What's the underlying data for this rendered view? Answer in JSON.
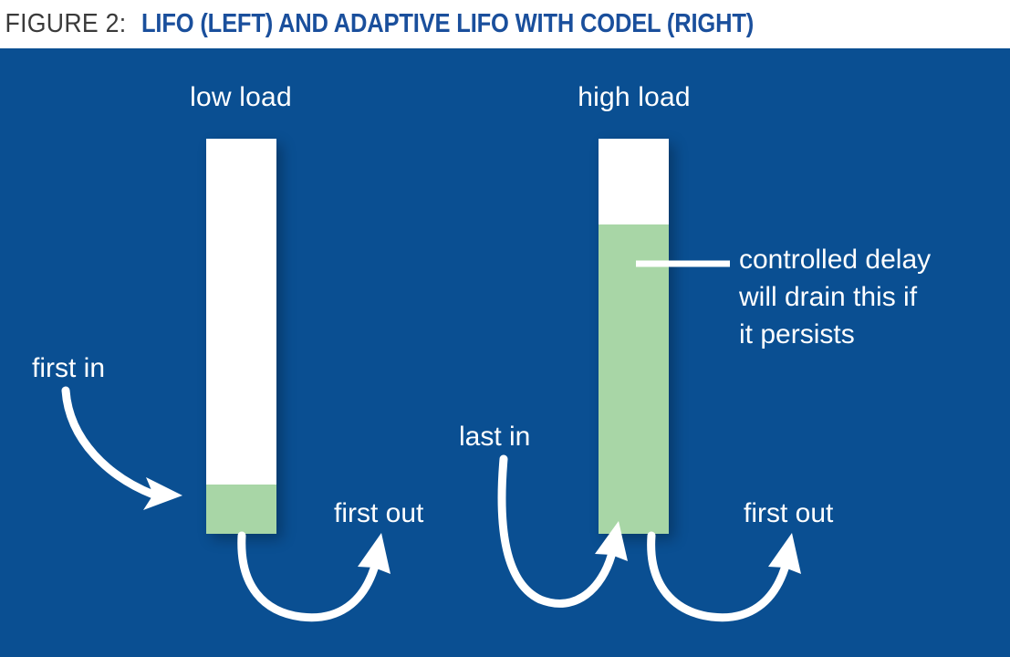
{
  "figure": {
    "title_prefix": "FIGURE 2:",
    "title_main": "LIFO (LEFT) AND ADAPTIVE LIFO WITH CODEL (RIGHT)",
    "background_color": "#0a4f92",
    "queue_color": "#ffffff",
    "fill_color": "#a8d6a6",
    "title_accent_color": "#1a4f9c",
    "title_prefix_color": "#3a3a3a",
    "annotation_color": "#ffffff"
  },
  "panels": [
    {
      "id": "low-load",
      "label": "low load",
      "queue_fill_fraction": 0.125,
      "annotations": {
        "inbound": "first in",
        "outbound": "first out"
      }
    },
    {
      "id": "high-load",
      "label": "high load",
      "queue_fill_fraction": 0.783,
      "annotations": {
        "inbound": "last in",
        "outbound": "first out",
        "callout": [
          "controlled delay",
          "will drain this if",
          "it persists"
        ]
      }
    }
  ],
  "callout": {
    "line1": "controlled delay",
    "line2": "will drain this if",
    "line3": "it persists"
  },
  "icons": {
    "inbound_arrow": "curved-arrow-down-right-icon",
    "outbound_arrow": "curved-arrow-up-right-icon",
    "leader_line": "callout-leader-line-icon"
  }
}
